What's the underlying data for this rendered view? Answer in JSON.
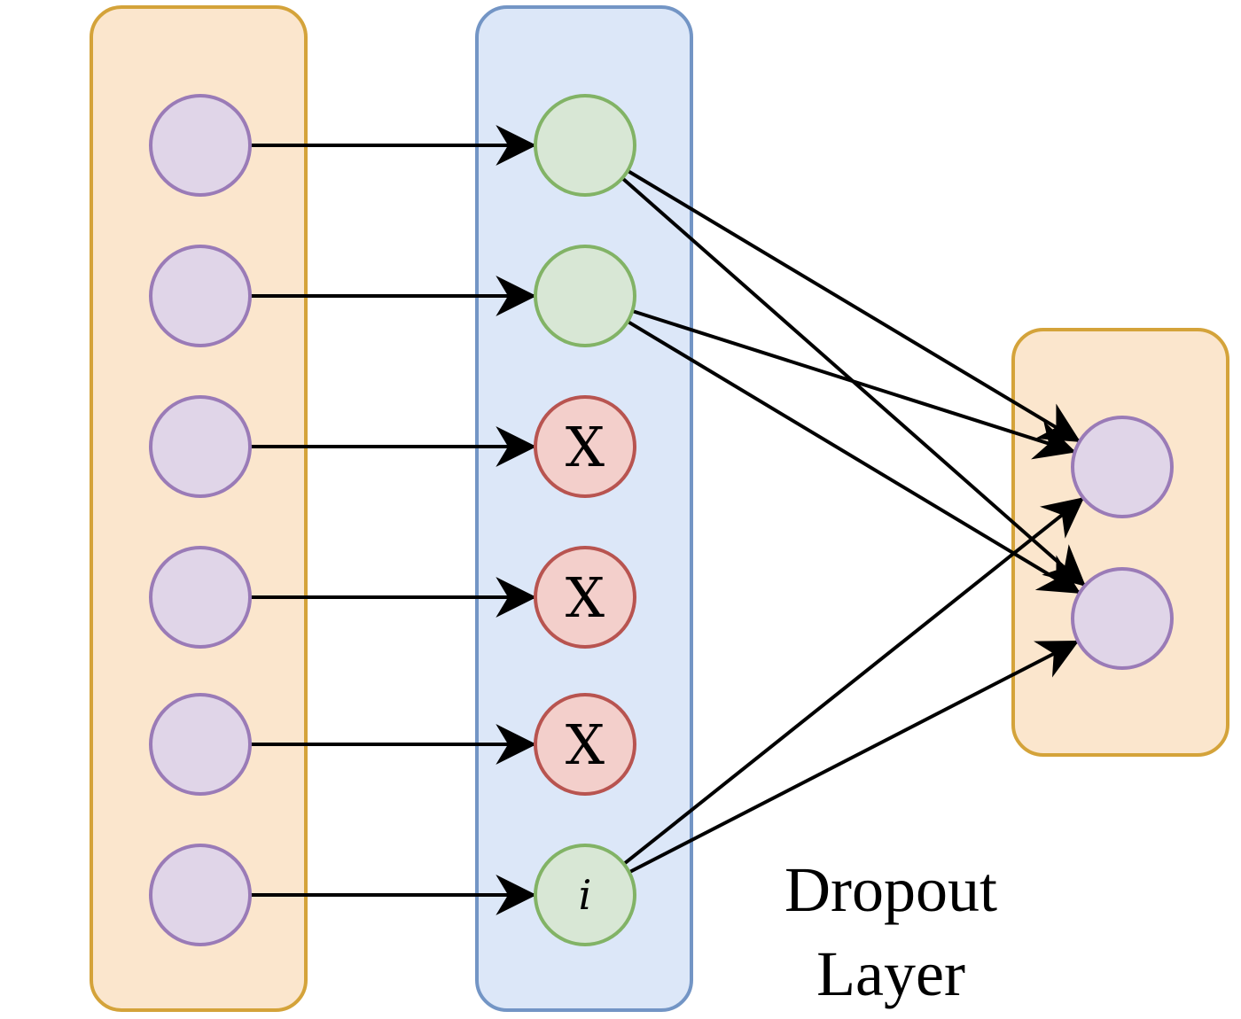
{
  "caption": {
    "line1": "Dropout",
    "line2": "Layer"
  },
  "colors": {
    "input_panel_fill": "#fbe6cd",
    "input_panel_border": "#d4a33a",
    "dropout_panel_fill": "#dce7f8",
    "dropout_panel_border": "#7395c5",
    "input_node_fill": "#e0d5e8",
    "input_node_border": "#9a7bb7",
    "kept_node_fill": "#d8e7d5",
    "kept_node_border": "#82b366",
    "dropped_node_fill": "#f3cfcb",
    "dropped_node_border": "#b85450",
    "edge": "#000000"
  },
  "layers": {
    "input": {
      "nodes": [
        {
          "id": "in-1"
        },
        {
          "id": "in-2"
        },
        {
          "id": "in-3"
        },
        {
          "id": "in-4"
        },
        {
          "id": "in-5"
        },
        {
          "id": "in-6"
        }
      ]
    },
    "dropout": {
      "nodes": [
        {
          "id": "d-1",
          "state": "kept",
          "label": ""
        },
        {
          "id": "d-2",
          "state": "kept",
          "label": ""
        },
        {
          "id": "d-3",
          "state": "dropped",
          "label": "X"
        },
        {
          "id": "d-4",
          "state": "dropped",
          "label": "X"
        },
        {
          "id": "d-5",
          "state": "dropped",
          "label": "X"
        },
        {
          "id": "d-6",
          "state": "kept",
          "label": "i"
        }
      ]
    },
    "output": {
      "nodes": [
        {
          "id": "out-1"
        },
        {
          "id": "out-2"
        }
      ]
    }
  },
  "edges": [
    {
      "from": "in-1",
      "to": "d-1"
    },
    {
      "from": "in-2",
      "to": "d-2"
    },
    {
      "from": "in-3",
      "to": "d-3"
    },
    {
      "from": "in-4",
      "to": "d-4"
    },
    {
      "from": "in-5",
      "to": "d-5"
    },
    {
      "from": "in-6",
      "to": "d-6"
    },
    {
      "from": "d-1",
      "to": "out-1"
    },
    {
      "from": "d-1",
      "to": "out-2"
    },
    {
      "from": "d-2",
      "to": "out-1"
    },
    {
      "from": "d-2",
      "to": "out-2"
    },
    {
      "from": "d-6",
      "to": "out-1"
    },
    {
      "from": "d-6",
      "to": "out-2"
    }
  ]
}
